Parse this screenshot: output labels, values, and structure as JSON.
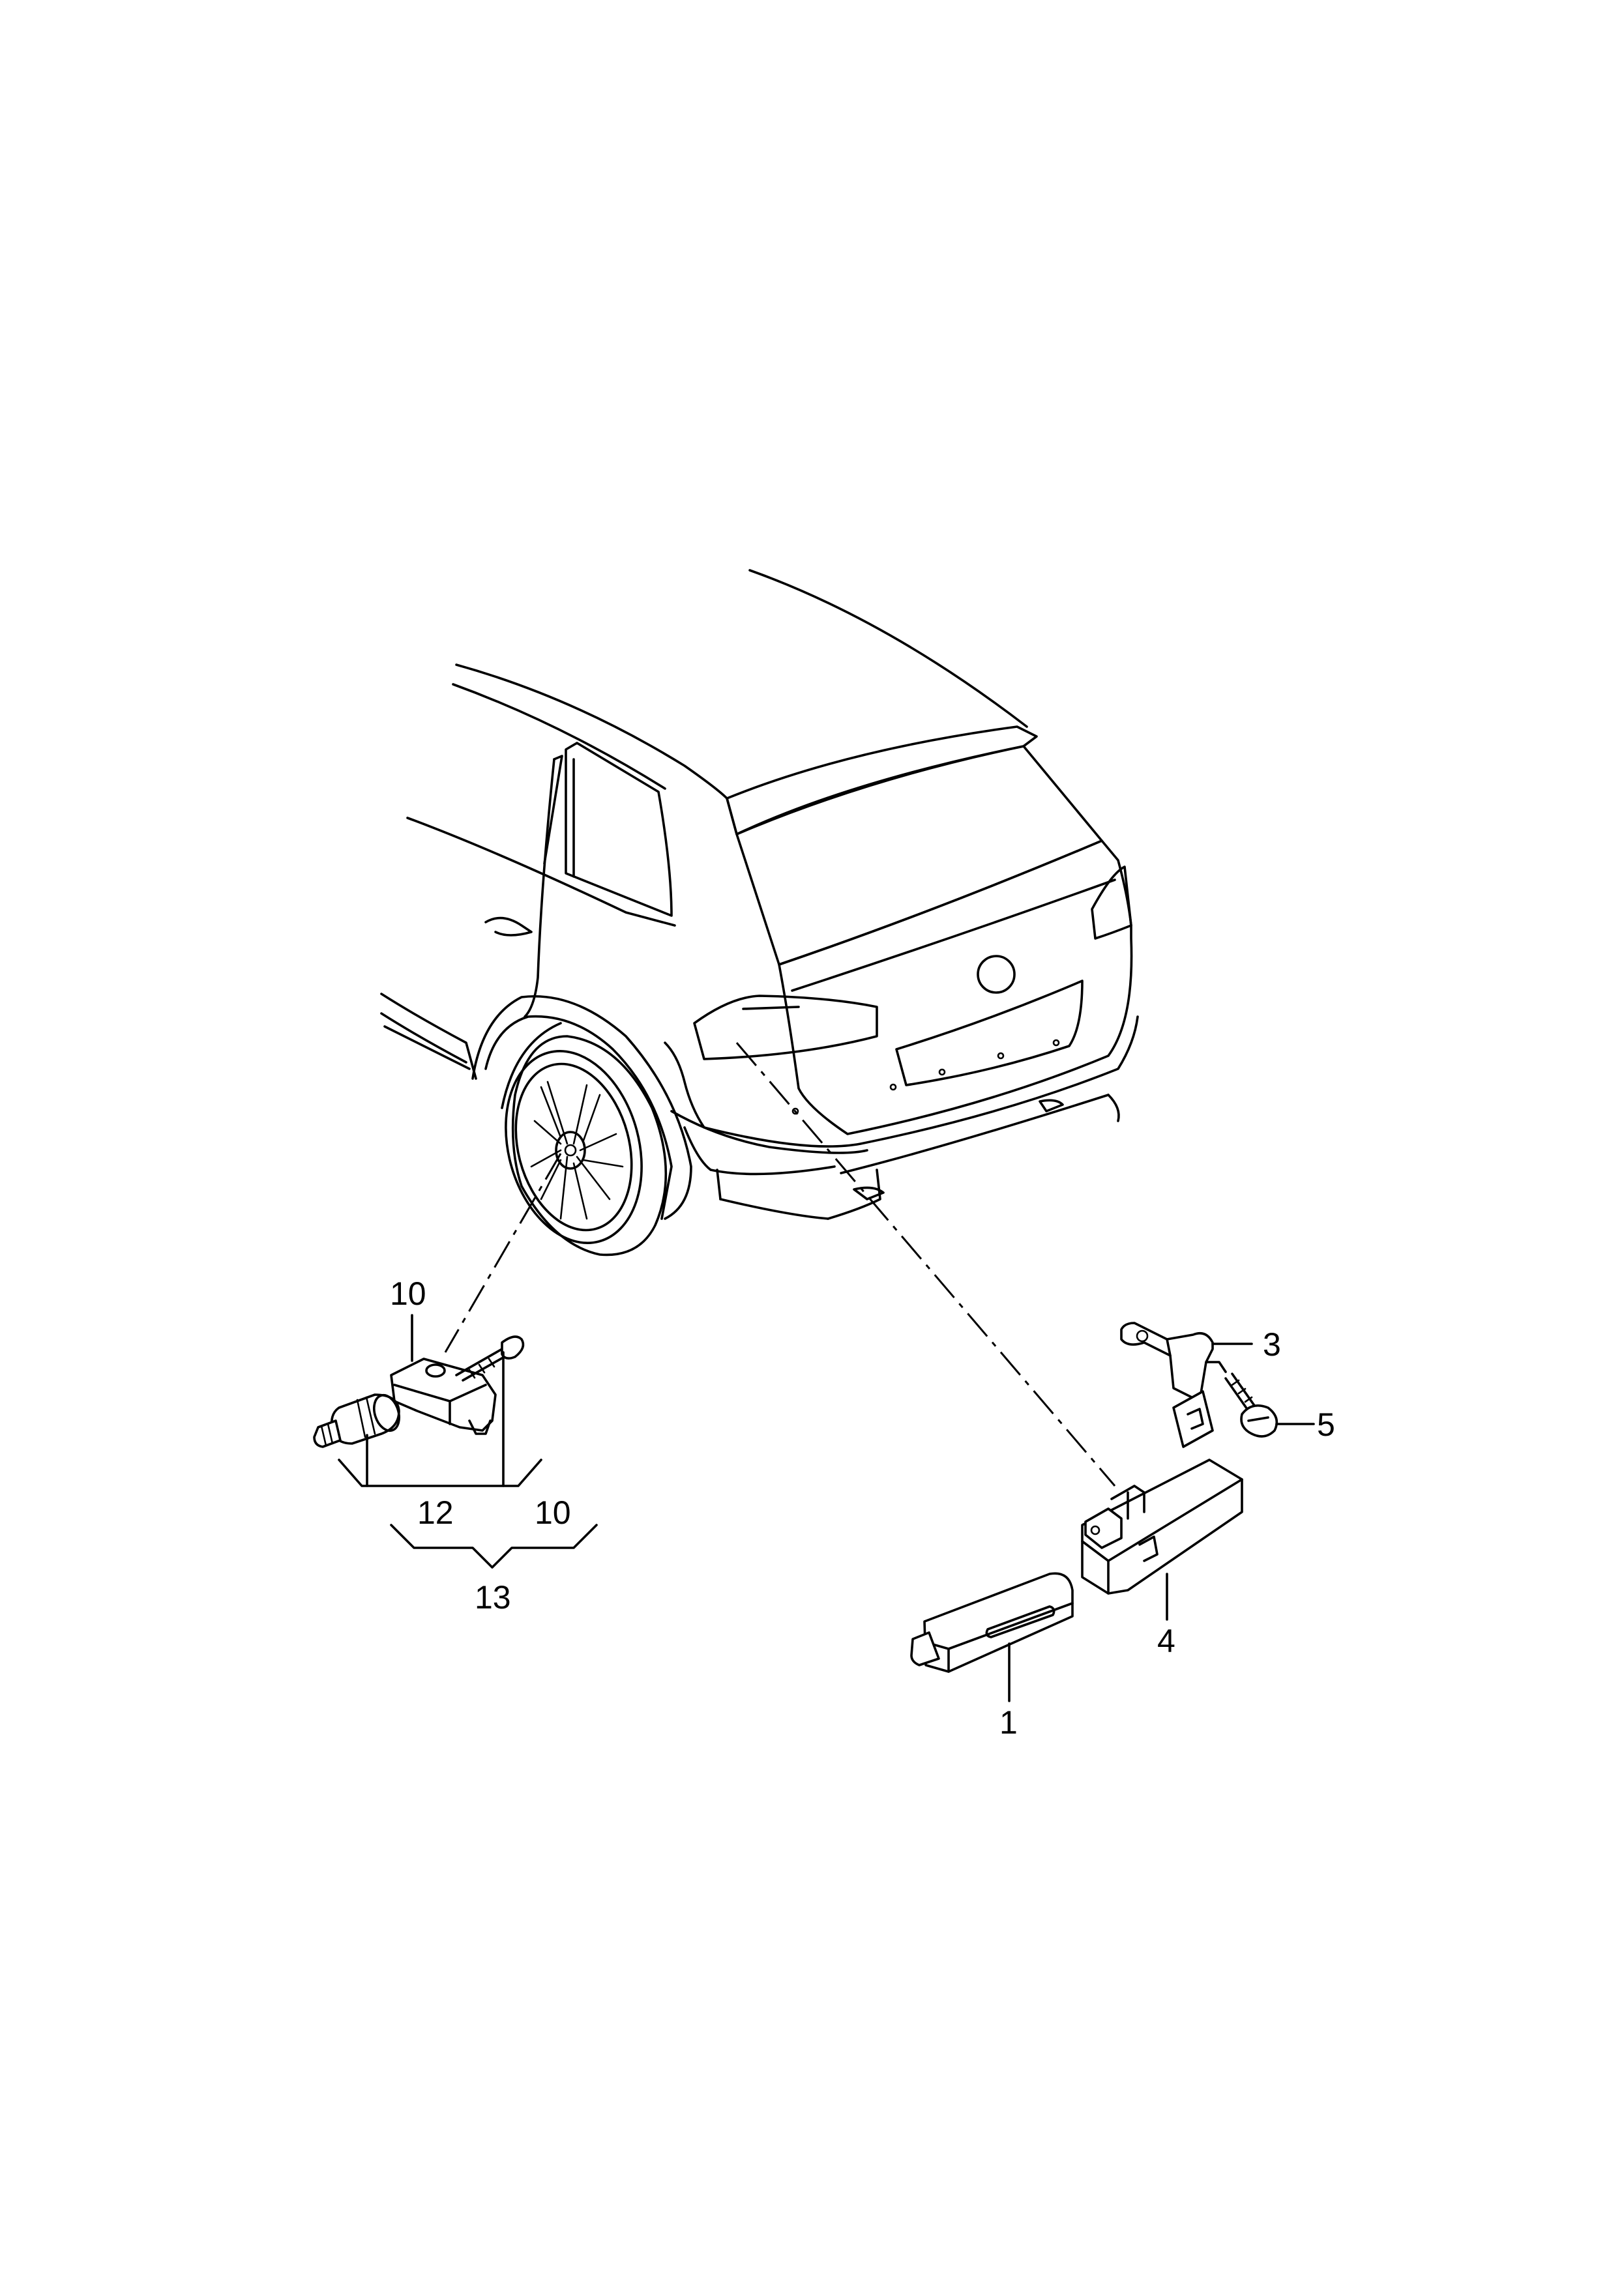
{
  "labels": {
    "part_1": "1",
    "part_3": "3",
    "part_4": "4",
    "part_5": "5",
    "part_10_top": "10",
    "part_12": "12",
    "part_10_group": "10",
    "part_13": "13"
  }
}
